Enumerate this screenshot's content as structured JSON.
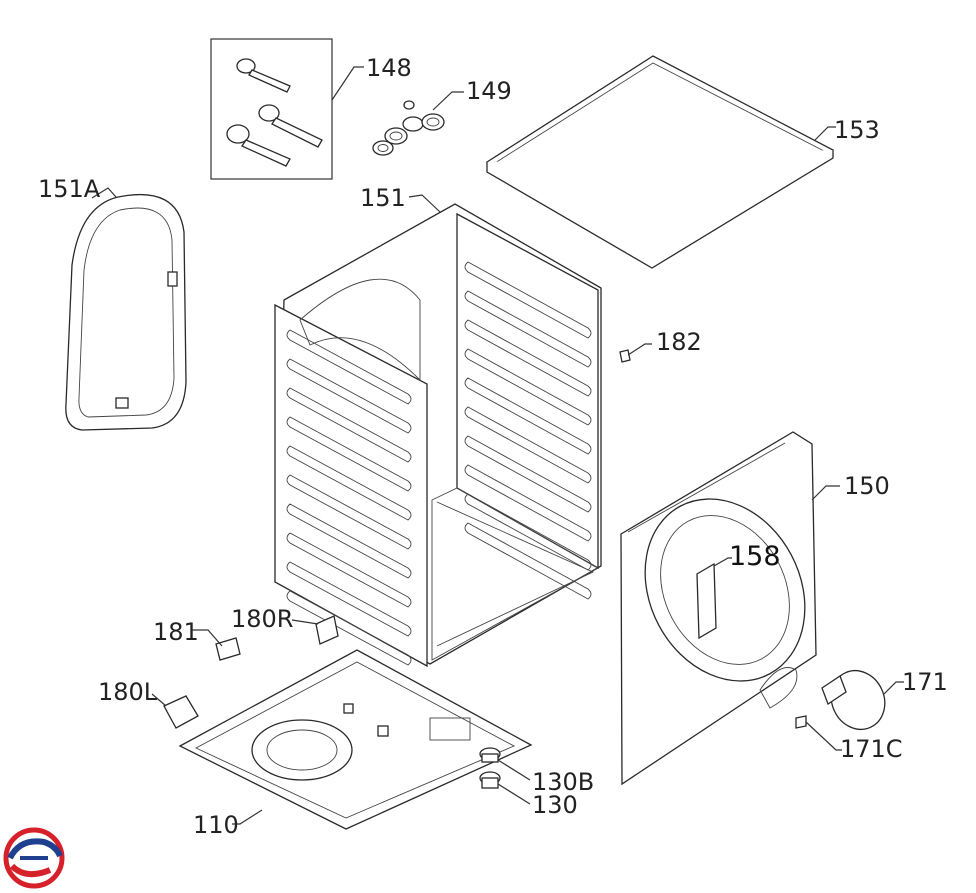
{
  "callouts": {
    "c148": "148",
    "c149": "149",
    "c153": "153",
    "c151A": "151A",
    "c151": "151",
    "c182": "182",
    "c150": "150",
    "c158": "158",
    "c181": "181",
    "c180R": "180R",
    "c180L": "180L",
    "c171": "171",
    "c171C": "171C",
    "c130B": "130B",
    "c130": "130",
    "c110": "110"
  },
  "colors": {
    "line": "#2a2a2a",
    "logo_red": "#d6202a",
    "logo_blue": "#1f3f8f"
  }
}
